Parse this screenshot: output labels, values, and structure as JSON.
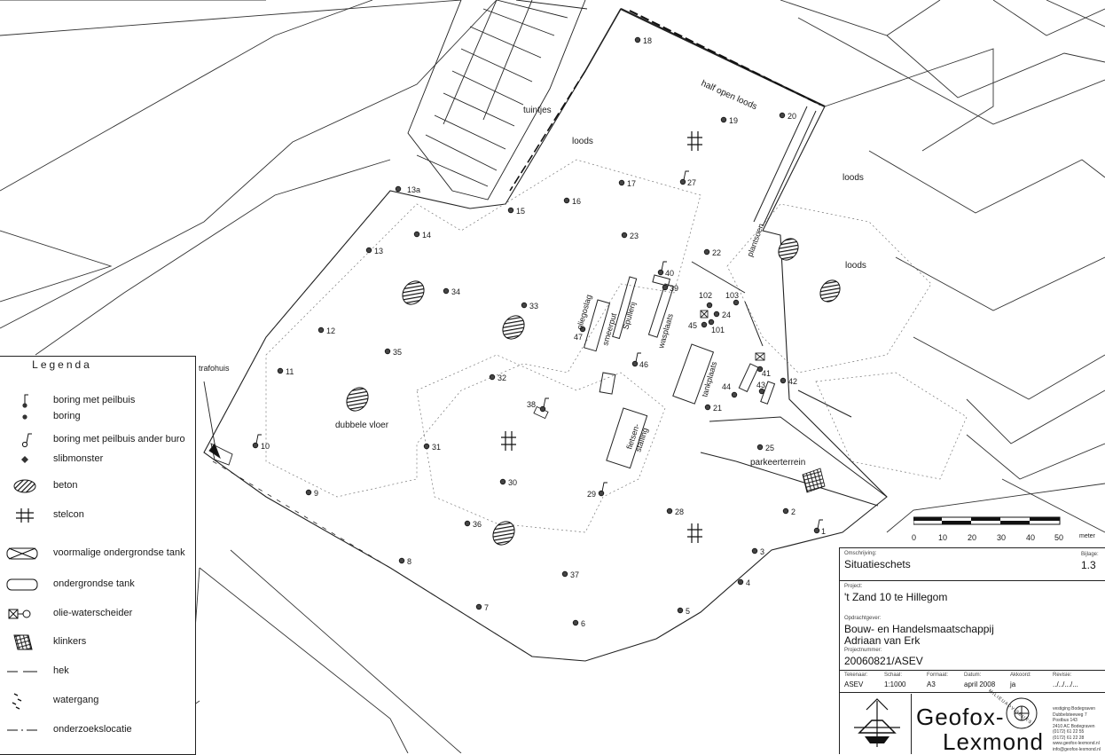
{
  "map": {
    "area_labels": {
      "tuintjes": "tuintjes",
      "loods_1": "loods",
      "half_open_loods": "half open loods",
      "loods_2": "loods",
      "loods_3": "loods",
      "plantsoen": "plantsoen",
      "oliegoslag": "oliegoslag",
      "smeerput": "smeerput",
      "spullerij": "Spullerij",
      "wasplaats": "wasplaats",
      "tankplaats": "tankplaats",
      "fietsenstalling_1": "fietsen-",
      "fietsenstalling_2": "stalling",
      "dubbele_vloer": "dubbele vloer",
      "parkeerterrein": "parkeerterrein",
      "trafohuis": "trafohuis"
    },
    "borings": [
      "18",
      "19",
      "20",
      "17",
      "27",
      "16",
      "15",
      "13a",
      "14",
      "23",
      "13",
      "22",
      "40",
      "39",
      "34",
      "33",
      "12",
      "102",
      "103",
      "24",
      "47",
      "101",
      "45",
      "35",
      "11",
      "46",
      "32",
      "41",
      "42",
      "44",
      "43",
      "21",
      "38",
      "10",
      "31",
      "25",
      "30",
      "29",
      "28",
      "9",
      "36",
      "2",
      "1",
      "3",
      "8",
      "37",
      "4",
      "7",
      "5",
      "6"
    ]
  },
  "legend": {
    "title": "Legenda",
    "items": [
      "boring met peilbuis",
      "boring",
      "boring met peilbuis ander buro",
      "slibmonster",
      "beton",
      "stelcon",
      "voormalige ondergrondse tank",
      "ondergrondse tank",
      "olie-waterscheider",
      "klinkers",
      "hek",
      "watergang",
      "onderzoekslocatie"
    ]
  },
  "scale": {
    "ticks": [
      "0",
      "10",
      "20",
      "30",
      "40",
      "50"
    ],
    "unit": "meter"
  },
  "title_block": {
    "omschrijving_label": "Omschrijving:",
    "omschrijving": "Situatieschets",
    "bijlage_label": "Bijlage:",
    "bijlage": "1.3",
    "project_label": "Project:",
    "project": "'t Zand 10 te Hillegom",
    "opdrachtgever_label": "Opdrachtgever:",
    "opdrachtgever_1": "Bouw- en Handelsmaatschappij",
    "opdrachtgever_2": "Adriaan van Erk",
    "projectnummer_label": "Projectnummer:",
    "projectnummer": "20060821/ASEV",
    "tekenaar_label": "Tekenaar:",
    "tekenaar": "ASEV",
    "schaal_label": "Schaal:",
    "schaal": "1:1000",
    "formaat_label": "Formaat:",
    "formaat": "A3",
    "datum_label": "Datum:",
    "datum": "april 2008",
    "akkoord_label": "Akkoord:",
    "akkoord": "ja",
    "revisie_label": "Revisie:",
    "revisie": "../../.../...",
    "company_1": "Geofox-",
    "company_2": "Lexmond",
    "seal": "MILIEUADVISEURS",
    "addr_1": "vestiging Bodegraven",
    "addr_2": "Dubbelsteeweg 7",
    "addr_3": "Postbus 143",
    "addr_4": "2410 AC Bodegraven",
    "addr_5": "(0172) 61 22 55",
    "addr_6": "(0172) 61 22 28",
    "addr_7": "www.geofox-lexmond.nl",
    "addr_8": "info@geofox-lexmond.nl"
  }
}
